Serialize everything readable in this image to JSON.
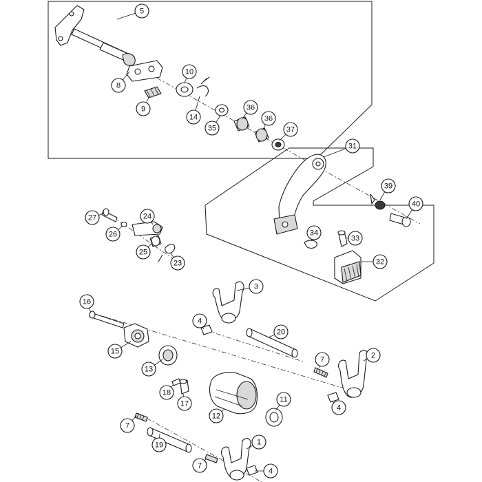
{
  "callouts": [
    {
      "label": "5"
    },
    {
      "label": "8"
    },
    {
      "label": "10"
    },
    {
      "label": "9"
    },
    {
      "label": "14"
    },
    {
      "label": "35"
    },
    {
      "label": "36"
    },
    {
      "label": "36"
    },
    {
      "label": "37"
    },
    {
      "label": "31"
    },
    {
      "label": "39"
    },
    {
      "label": "40"
    },
    {
      "label": "34"
    },
    {
      "label": "33"
    },
    {
      "label": "32"
    },
    {
      "label": "27"
    },
    {
      "label": "24"
    },
    {
      "label": "26"
    },
    {
      "label": "25"
    },
    {
      "label": "23"
    },
    {
      "label": "3"
    },
    {
      "label": "16"
    },
    {
      "label": "4"
    },
    {
      "label": "20"
    },
    {
      "label": "15"
    },
    {
      "label": "7"
    },
    {
      "label": "2"
    },
    {
      "label": "13"
    },
    {
      "label": "18"
    },
    {
      "label": "17"
    },
    {
      "label": "11"
    },
    {
      "label": "12"
    },
    {
      "label": "4"
    },
    {
      "label": "7"
    },
    {
      "label": "19"
    },
    {
      "label": "1"
    },
    {
      "label": "7"
    },
    {
      "label": "4"
    }
  ]
}
